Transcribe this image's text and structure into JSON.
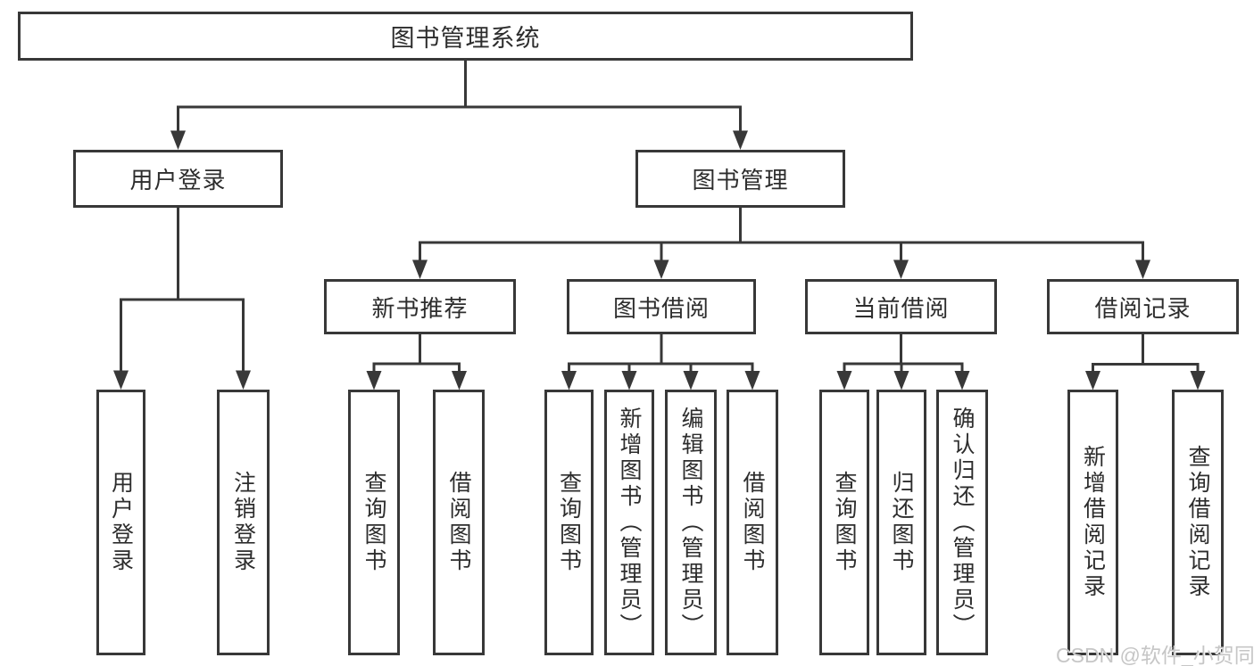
{
  "diagram": {
    "root": "图书管理系统",
    "level2": {
      "user_login": "用户登录",
      "book_mgmt": "图书管理"
    },
    "level3": {
      "new_book": "新书推荐",
      "borrow": "图书借阅",
      "current": "当前借阅",
      "records": "借阅记录"
    },
    "leaves": {
      "user_login": "用户登录",
      "logout": "注销登录",
      "nb_query": "查询图书",
      "nb_borrow": "借阅图书",
      "bw_query": "查询图书",
      "bw_add": "新增图书（管理员）",
      "bw_edit": "编辑图书（管理员）",
      "bw_borrow": "借阅图书",
      "cur_query": "查询图书",
      "cur_return": "归还图书",
      "cur_confirm": "确认归还（管理员）",
      "rec_add": "新增借阅记录",
      "rec_query": "查询借阅记录"
    }
  },
  "watermark": "CSDN @软件_小贺同学",
  "colors": {
    "line": "#383838",
    "text": "#2d2d2d",
    "watermark": "#c6c6c6",
    "bg": "#ffffff"
  }
}
